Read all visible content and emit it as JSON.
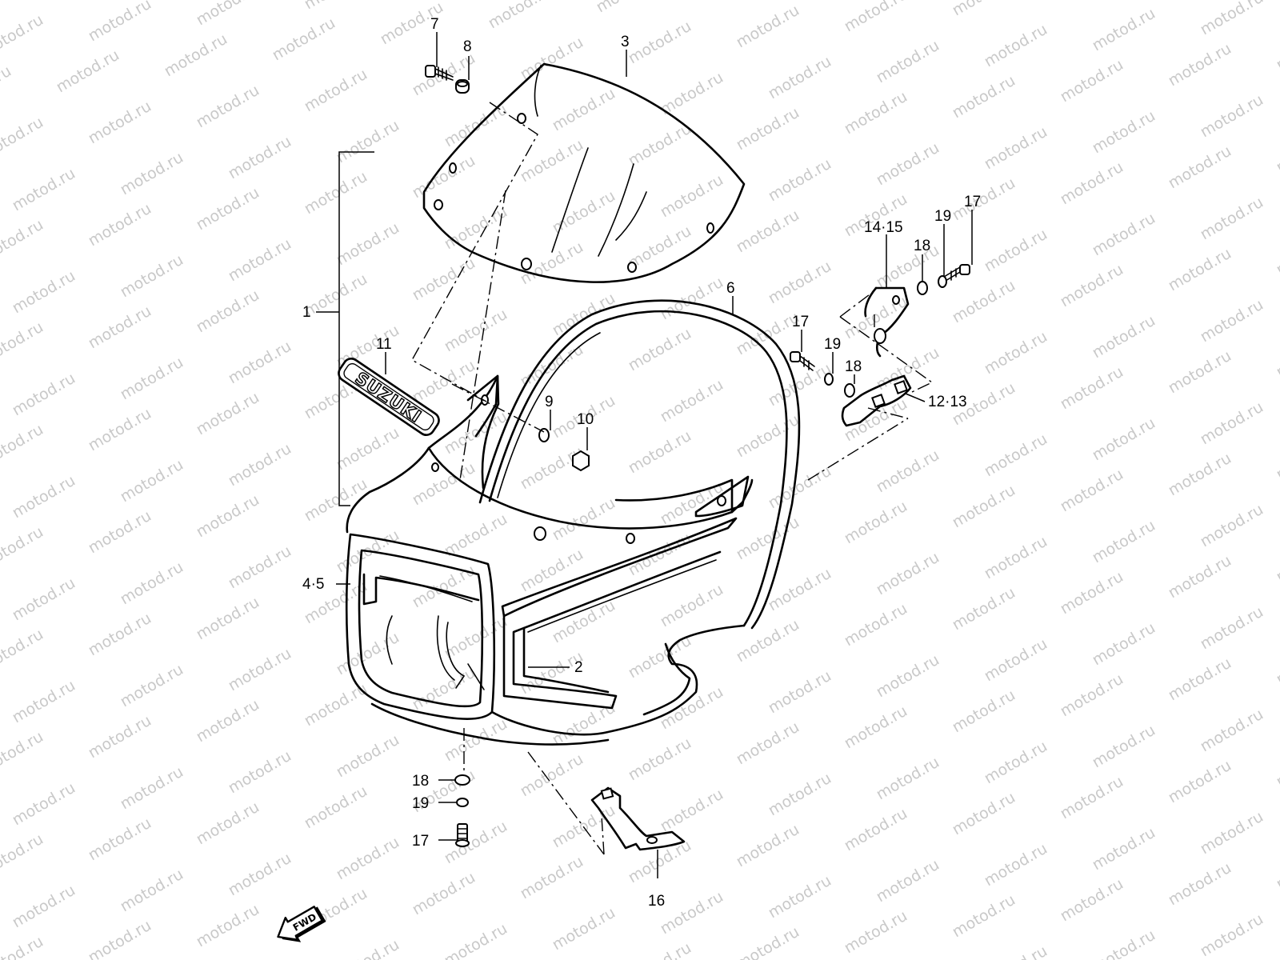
{
  "watermark": {
    "text": "motod.ru"
  },
  "brand_emblem": {
    "text": "SUZUKI"
  },
  "fwd_badge": {
    "text": "FWD"
  },
  "callouts": {
    "c1": "1",
    "c2": "2",
    "c3": "3",
    "c4_5": "4·5",
    "c6": "6",
    "c7": "7",
    "c8": "8",
    "c9": "9",
    "c10": "10",
    "c11": "11",
    "c12_13": "12·13",
    "c14_15": "14·15",
    "c16": "16",
    "c17_a": "17",
    "c17_b": "17",
    "c17_c": "17",
    "c18_a": "18",
    "c18_b": "18",
    "c18_c": "18",
    "c19_a": "19",
    "c19_b": "19",
    "c19_c": "19"
  },
  "colors": {
    "line": "#000000",
    "watermark": "#c9c9c9",
    "background": "#ffffff"
  }
}
